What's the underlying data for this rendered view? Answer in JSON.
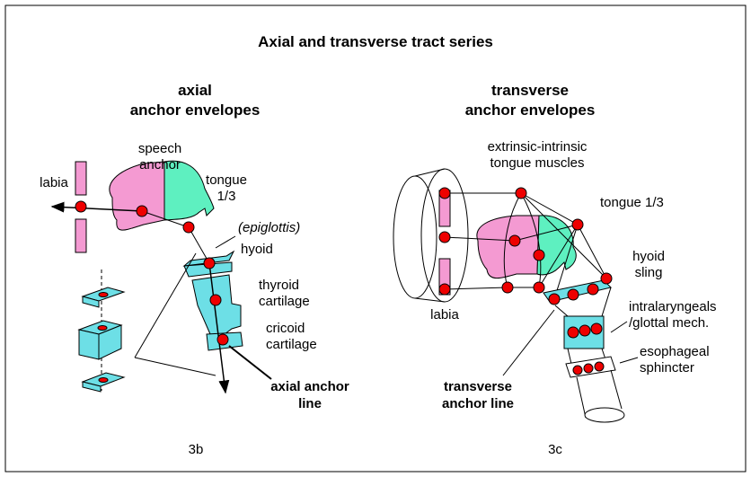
{
  "title": "Axial and transverse tract series",
  "colors": {
    "pink": "#f49ad2",
    "cyan": "#6ddfe6",
    "green": "#5ef0c0",
    "node": "#ee0000",
    "frame": "#000000"
  },
  "left": {
    "heading1": "axial",
    "heading2": "anchor envelopes",
    "labia": "labia",
    "speech_anchor1": "speech",
    "speech_anchor2": "anchor",
    "tongue1": "tongue",
    "tongue2": "1/3",
    "epiglottis": "(epiglottis)",
    "hyoid": "hyoid",
    "thyroid1": "thyroid",
    "thyroid2": "cartilage",
    "cricoid1": "cricoid",
    "cricoid2": "cartilage",
    "axial_line1": "axial anchor",
    "axial_line2": "line",
    "figure_label": "3b"
  },
  "right": {
    "heading1": "transverse",
    "heading2": "anchor envelopes",
    "extrinsic1": "extrinsic-intrinsic",
    "extrinsic2": "tongue muscles",
    "tongue": "tongue 1/3",
    "labia": "labia",
    "hyoid1": "hyoid",
    "hyoid2": "sling",
    "intra1": "intralaryngeals",
    "intra2": "/glottal mech.",
    "eso1": "esophageal",
    "eso2": "sphincter",
    "transverse1": "transverse",
    "transverse2": "anchor line",
    "figure_label": "3c"
  }
}
